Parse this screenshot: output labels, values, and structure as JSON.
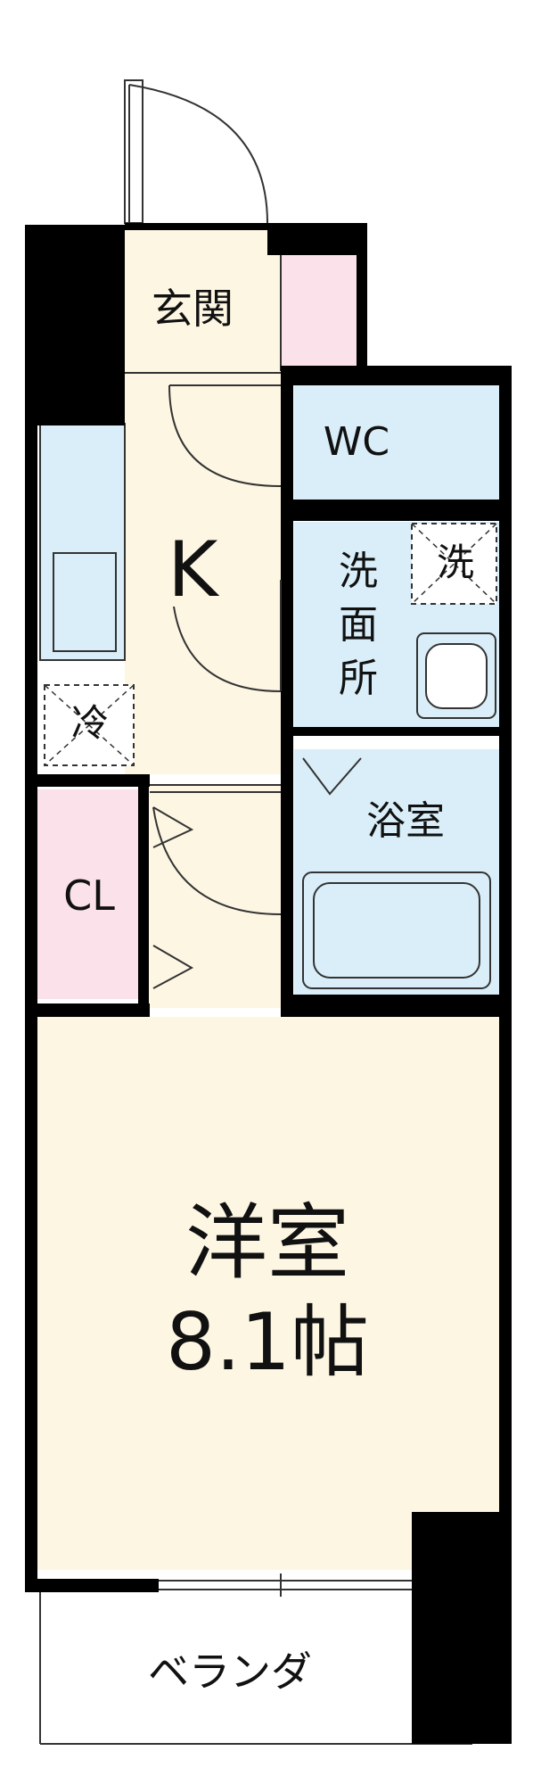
{
  "rooms": {
    "genkan": "玄関",
    "wc": "WC",
    "kitchen": "K",
    "senmenjo_1": "洗",
    "senmenjo_2": "面",
    "senmenjo_3": "所",
    "washer": "洗",
    "fridge": "冷",
    "yokushitsu": "浴室",
    "closet": "CL",
    "youshitsu": "洋室",
    "youshitsu_size": "8.1帖",
    "veranda": "ベランダ"
  },
  "colors": {
    "wall": "#000000",
    "floor": "#fdf6e3",
    "wet_area": "#d9eef8",
    "storage": "#fbe2ea",
    "line": "#333333"
  }
}
